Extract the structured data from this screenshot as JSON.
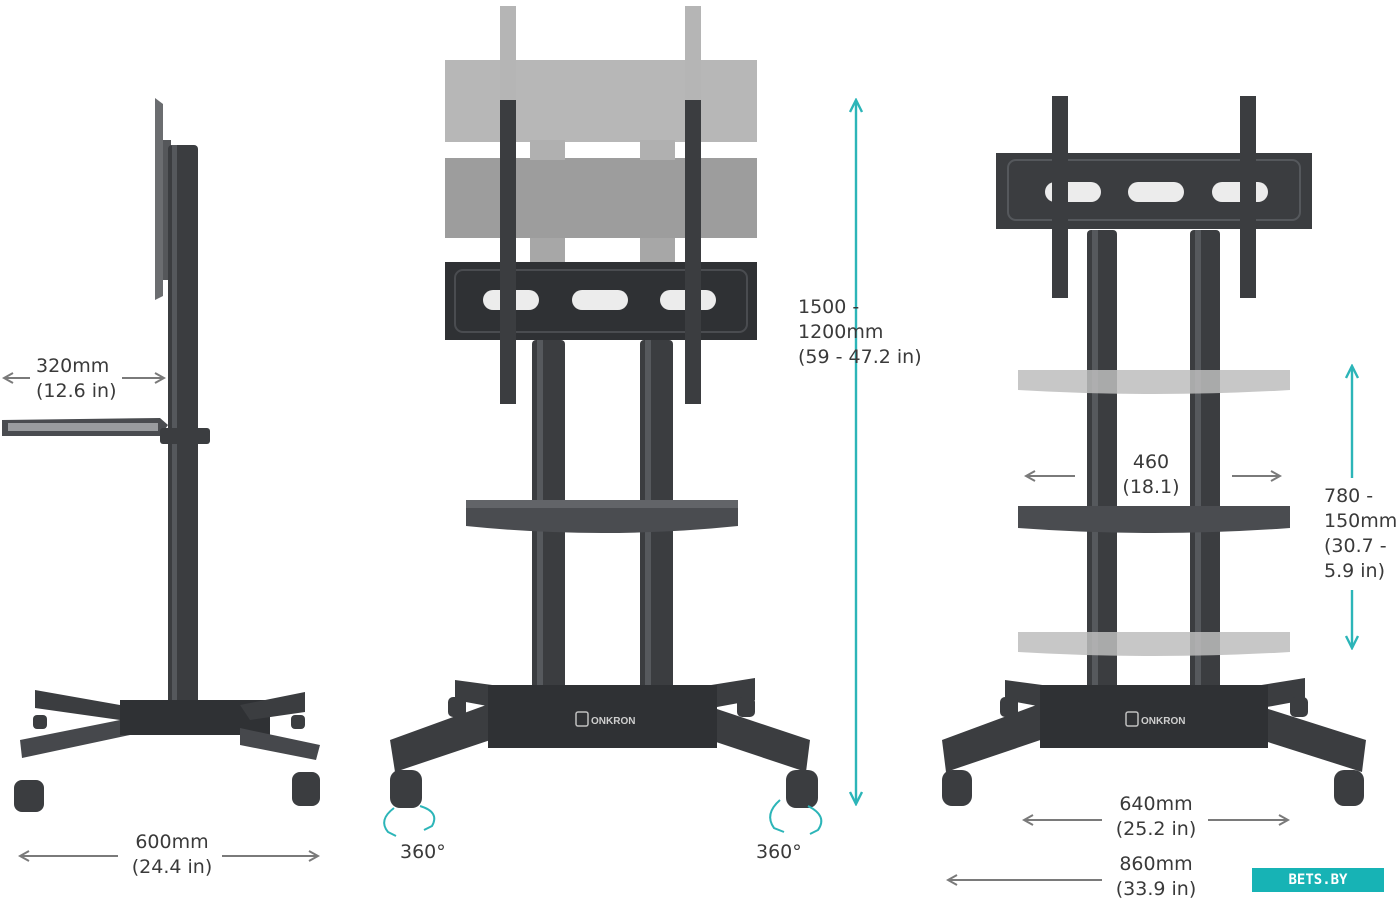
{
  "colors": {
    "accent": "#2cb5b8",
    "metal_dark": "#3b3d40",
    "metal_light": "#a9a9a9",
    "dim_line": "#7a7a7a"
  },
  "side_view": {
    "shelf_width": [
      "320mm",
      "(12.6 in)"
    ],
    "base_width": [
      "600mm",
      "(24.4 in)"
    ]
  },
  "front_view": {
    "height_range": [
      "1500 -",
      "1200mm",
      "(59 - 47.2 in)"
    ],
    "rotation_left": "360°",
    "rotation_right": "360°",
    "brand_logo": "ONKRON"
  },
  "back_view": {
    "pole_spacing": [
      "460",
      "(18.1)"
    ],
    "shelf_range": [
      "780 -",
      "150mm",
      "(30.7 -",
      "5.9 in)"
    ],
    "base_inner": [
      "640mm",
      "(25.2 in)"
    ],
    "base_outer": [
      "860mm",
      "(33.9 in)"
    ],
    "brand_logo": "ONKRON"
  },
  "watermark": "BETS.BY"
}
